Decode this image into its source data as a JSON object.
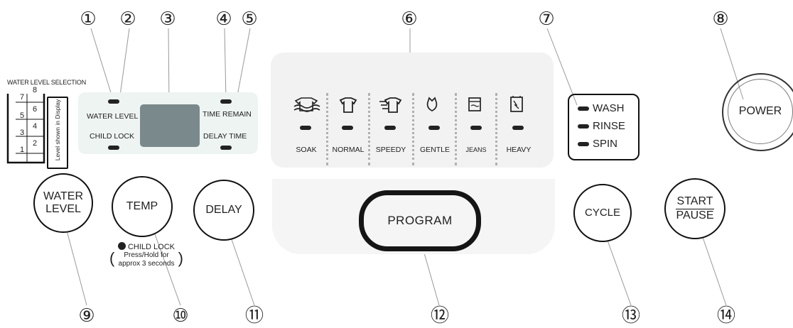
{
  "callouts": [
    "①",
    "②",
    "③",
    "④",
    "⑤",
    "⑥",
    "⑦",
    "⑧",
    "⑨",
    "⑩",
    "⑪",
    "⑫",
    "⑬",
    "⑭"
  ],
  "water_level_selection": {
    "title": "WATER LEVEL SELECTION",
    "numbers": [
      "7",
      "8",
      "5",
      "6",
      "3",
      "4",
      "1",
      "2"
    ],
    "display_note": "Level shown in Display"
  },
  "display_panel": {
    "water_level": "WATER LEVEL",
    "child_lock": "CHILD LOCK",
    "time_remain": "TIME REMAIN",
    "delay_time": "DELAY TIME"
  },
  "cycles": [
    {
      "label": "SOAK",
      "icon": "soak-icon",
      "glyph": "≋"
    },
    {
      "label": "NORMAL",
      "icon": "shirt-icon",
      "glyph": "👕"
    },
    {
      "label": "SPEEDY",
      "icon": "speedy-shirt-icon",
      "glyph": "≡"
    },
    {
      "label": "GENTLE",
      "icon": "delicate-icon",
      "glyph": "♡"
    },
    {
      "label": "JEANS",
      "icon": "jeans-icon",
      "glyph": "▤"
    },
    {
      "label": "HEAVY",
      "icon": "heavy-icon",
      "glyph": "⚿"
    }
  ],
  "stages": [
    "WASH",
    "RINSE",
    "SPIN"
  ],
  "buttons": {
    "power": "POWER",
    "water_level_line1": "WATER",
    "water_level_line2": "LEVEL",
    "temp": "TEMP",
    "delay": "DELAY",
    "program": "PROGRAM",
    "cycle": "CYCLE",
    "start": "START",
    "pause": "PAUSE"
  },
  "child_lock_note": {
    "title": "CHILD LOCK",
    "open_paren": "(",
    "line1": "Press/Hold for",
    "line2": "approx 3 seconds",
    "close_paren": ")"
  }
}
